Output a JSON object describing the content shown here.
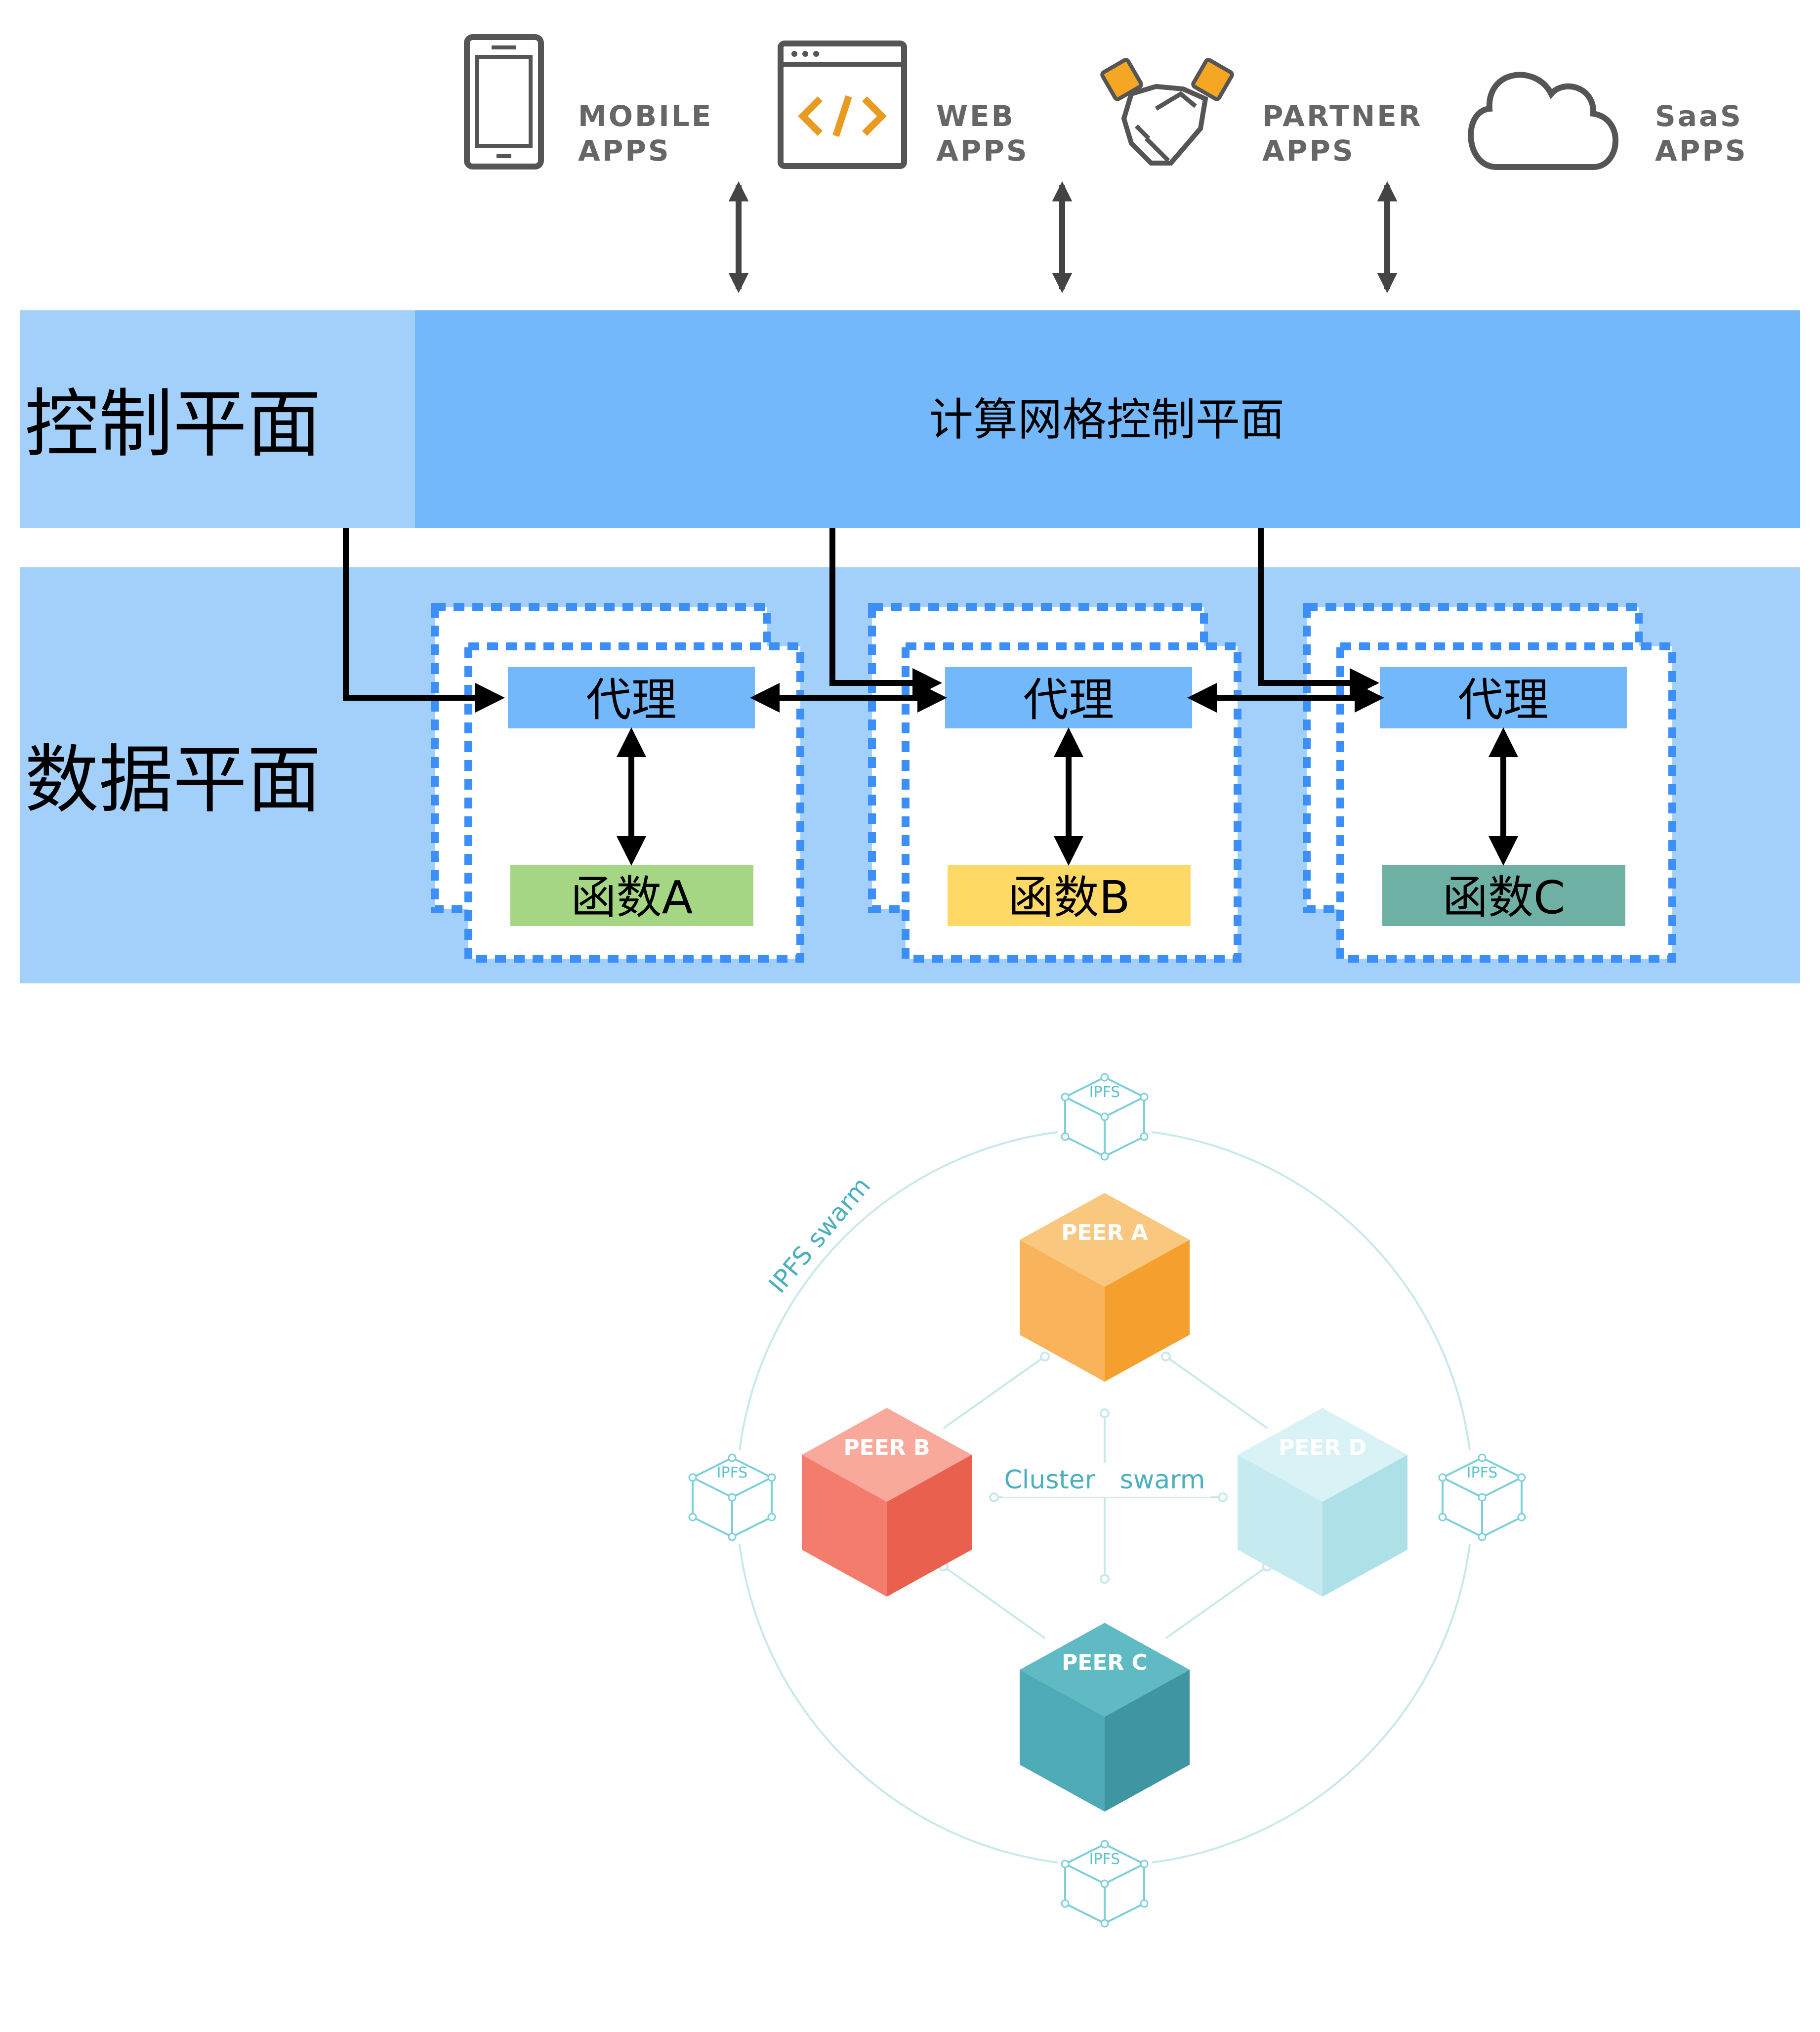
{
  "apps": [
    {
      "icon": "mobile-phone-icon",
      "line1": "MOBILE",
      "line2": "APPS"
    },
    {
      "icon": "web-code-icon",
      "line1": "WEB",
      "line2": "APPS"
    },
    {
      "icon": "handshake-icon",
      "line1": "PARTNER",
      "line2": "APPS"
    },
    {
      "icon": "cloud-icon",
      "line1": "SaaS",
      "line2": "APPS"
    }
  ],
  "control_plane": {
    "label": "控制平面",
    "banner": "计算网格控制平面"
  },
  "data_plane": {
    "label": "数据平面",
    "units": [
      {
        "proxy": "代理",
        "function": "函数A",
        "function_color": "#a4d683"
      },
      {
        "proxy": "代理",
        "function": "函数B",
        "function_color": "#ffd966"
      },
      {
        "proxy": "代理",
        "function": "函数C",
        "function_color": "#6fb0a4"
      }
    ]
  },
  "colors": {
    "control_left": "#a3cffb",
    "control_banner": "#72b8fb",
    "data_plane_bg": "#a3cffb",
    "proxy_box": "#72b8fb",
    "dashed_border": "#3b8ff7",
    "accent_orange": "#f5a623"
  },
  "ipfs": {
    "node_label": "IPFS",
    "swarm_label": "IPFS swarm",
    "cluster_label": "Cluster   swarm",
    "peers": [
      {
        "label": "PEER A",
        "top": "#f9c77e",
        "left": "#f8b35b",
        "right": "#f5a02e"
      },
      {
        "label": "PEER B",
        "top": "#f9a99c",
        "left": "#f47c6d",
        "right": "#e9604e"
      },
      {
        "label": "PEER C",
        "top": "#5fbac4",
        "left": "#4eaab6",
        "right": "#3f95a2"
      },
      {
        "label": "PEER D",
        "top": "#d9f2f5",
        "left": "#c5eaef",
        "right": "#aee0e8"
      }
    ]
  }
}
